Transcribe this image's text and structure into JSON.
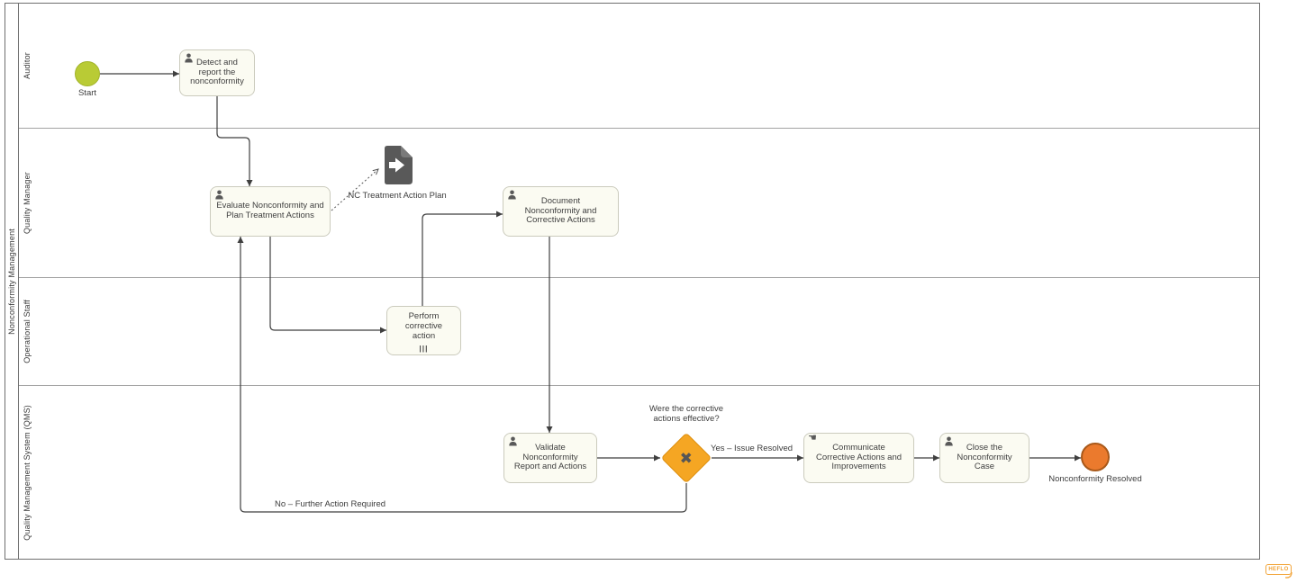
{
  "pool": {
    "name": "Nonconformity Management"
  },
  "lanes": [
    {
      "name": "Auditor"
    },
    {
      "name": "Quality Manager"
    },
    {
      "name": "Operational Staff"
    },
    {
      "name": "Quality Management System (QMS)"
    }
  ],
  "events": {
    "start": {
      "label": "Start"
    },
    "end": {
      "label": "Nonconformity Resolved"
    }
  },
  "tasks": [
    {
      "label": "Detect and report the nonconformity",
      "type": "user-task"
    },
    {
      "label": "Evaluate Nonconformity and Plan Treatment Actions",
      "type": "user-task"
    },
    {
      "label": "Document Nonconformity and Corrective Actions",
      "type": "user-task"
    },
    {
      "label": "Perform corrective action",
      "type": "multi-instance-task",
      "marker": "|||"
    },
    {
      "label": "Validate Nonconformity Report and Actions",
      "type": "user-task"
    },
    {
      "label": "Communicate Corrective Actions and Improvements",
      "type": "manual-task",
      "icon_glyph": "☚"
    },
    {
      "label": "Close the Nonconformity Case",
      "type": "user-task"
    }
  ],
  "gateway": {
    "question": "Were the corrective actions effective?",
    "marker_glyph": "✖"
  },
  "flows": {
    "yes_label": "Yes – Issue Resolved",
    "no_label": "No – Further Action Required"
  },
  "artifacts": {
    "data_object_label": "NC Treatment Action Plan"
  },
  "branding": {
    "logo_text": "HEFLO"
  },
  "colors": {
    "start_event_fill": "#b9cb35",
    "end_event_fill": "#eb7a2d",
    "gateway_fill": "#f5a623",
    "task_fill": "#fbfbf2",
    "icon_gray": "#595959",
    "flow_line": "#3f3f3f",
    "logo_orange": "#f2a53a"
  }
}
